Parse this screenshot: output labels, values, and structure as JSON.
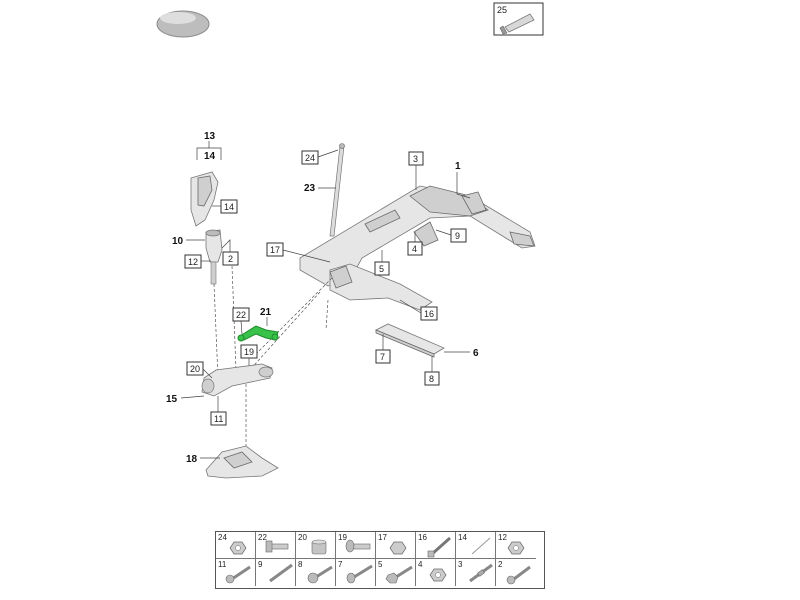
{
  "labels": {
    "n1": "1",
    "n2": "2",
    "n3": "3",
    "n4": "4",
    "n5": "5",
    "n6": "6",
    "n7": "7",
    "n8": "8",
    "n9": "9",
    "n10": "10",
    "n11": "11",
    "n12": "12",
    "n13": "13",
    "n14a": "14",
    "n14b": "14",
    "n15": "15",
    "n16": "16",
    "n17": "17",
    "n18": "18",
    "n19": "19",
    "n20": "20",
    "n21": "21",
    "n22": "22",
    "n23": "23",
    "n24": "24",
    "n25": "25"
  },
  "fastener_table": {
    "row1": [
      "24",
      "22",
      "20",
      "19",
      "17",
      "16",
      "14",
      "12"
    ],
    "row2": [
      "11",
      "9",
      "8",
      "7",
      "5",
      "4",
      "3",
      "2"
    ]
  },
  "colors": {
    "highlight": "#39c24a",
    "line": "#444444"
  }
}
